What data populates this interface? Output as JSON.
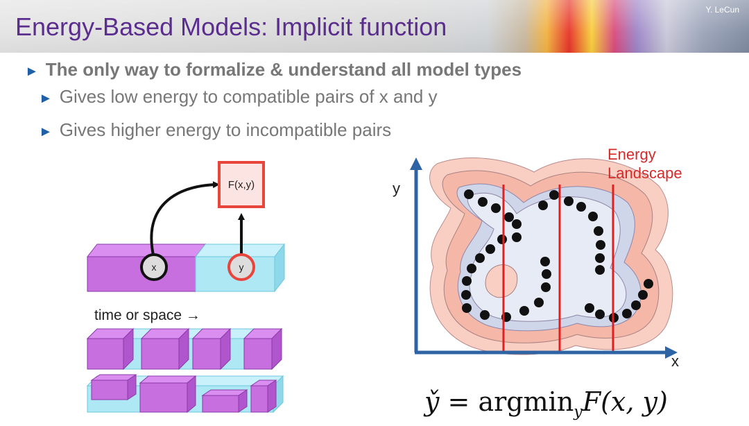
{
  "slide": {
    "title": "Energy-Based Models: Implicit function",
    "author": "Y. LeCun"
  },
  "bullets": [
    {
      "level": 1,
      "text": "The only way to formalize & understand all model types",
      "bold": true
    },
    {
      "level": 2,
      "text": "Gives low energy to compatible pairs of x and y"
    },
    {
      "level": 2,
      "text": "Gives higher energy to incompatible pairs"
    }
  ],
  "left_diagram": {
    "function_box_label": "F(x,y)",
    "x_node_label": "x",
    "y_node_label": "y",
    "caption": "time or space →"
  },
  "energy_landscape": {
    "title_line1": "Energy",
    "title_line2": "Landscape",
    "x_axis_label": "x",
    "y_axis_label": "y"
  },
  "formula": {
    "text": "y̌ = argmin_y F(x, y)",
    "lhs": "y̌ =",
    "op": "argmin",
    "sub": "y",
    "rhs": "F(x, y)"
  },
  "colors": {
    "title": "#5b2d8e",
    "bullet_marker": "#1f5fa8",
    "bullet_text": "#777777",
    "purple_block": "#c86fe0",
    "cyan_block": "#aee8f5",
    "red": "#e8453c",
    "landscape_fill": "#f7c5b8",
    "axis": "#2f64a4"
  }
}
